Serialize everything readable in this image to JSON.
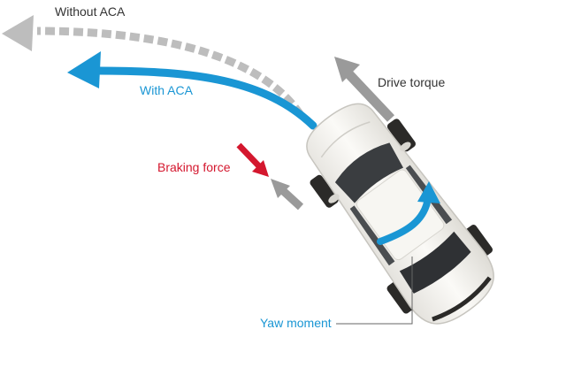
{
  "labels": {
    "without_aca": "Without ACA",
    "with_aca": "With ACA",
    "drive_torque": "Drive torque",
    "braking_force": "Braking force",
    "yaw_moment": "Yaw moment"
  },
  "colors": {
    "aca_blue": "#1a96d4",
    "brake_red": "#d4172e",
    "gray_arrow": "#9a9a9a",
    "without_gray": "#bdbdbd",
    "label_dark": "#333333",
    "car_body": "#f3f2ee",
    "tyre": "#2b2a28",
    "glass": "#3a3d40"
  },
  "icons": {
    "without_path": "dashed-curved-arrow-icon",
    "with_path": "curved-arrow-icon",
    "drive": "up-left-arrow-icon",
    "brake": "down-right-arrow-icon",
    "yaw": "rotation-arrow-icon",
    "vehicle": "car-top-view-icon"
  }
}
